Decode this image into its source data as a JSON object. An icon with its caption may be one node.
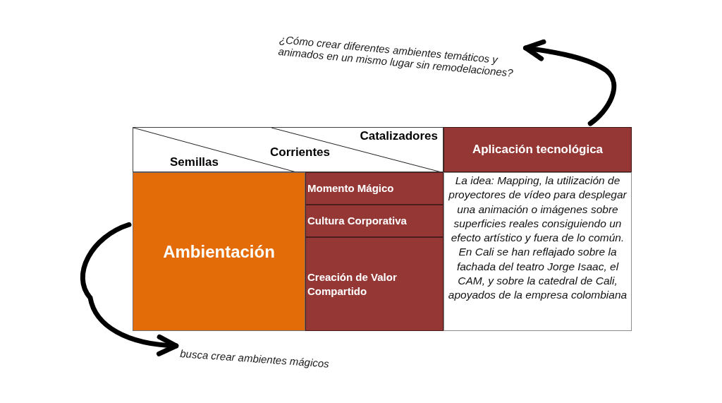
{
  "diagram": {
    "nodes": [
      {
        "text": [
          "¿Cómo crear diferentes ambientes temáticos y animados en un mismo lugar sin remodelaciones?"
        ]
      },
      {
        "text": [
          "Catalizadores",
          "Corrientes",
          "Semillas"
        ]
      },
      {
        "text": [
          "Aplicación tecnológica"
        ]
      },
      {
        "text": [
          "Ambientación"
        ]
      },
      {
        "text": [
          "Momento Mágico"
        ]
      },
      {
        "text": [
          "Cultura Corporativa"
        ]
      },
      {
        "text": [
          "Creación de Valor Compartido"
        ]
      },
      {
        "text": [
          "La idea: Mapping, la utilización de proyectores de vídeo para desplegar una animación o imágenes sobre superficies reales consiguiendo un efecto artístico y fuera de lo común. En Cali se han reflajado sobre la fachada del teatro Jorge Isaac, el CAM, y sobre la catedral de Cali, apoyados de la empresa colombiana"
        ]
      },
      {
        "text": [
          "busca crear ambientes mágicos"
        ]
      }
    ],
    "edges": [
      {
        "from": 2,
        "to": 0,
        "arrow": "to"
      },
      {
        "from": 3,
        "to": 8,
        "arrow": "to"
      }
    ]
  }
}
